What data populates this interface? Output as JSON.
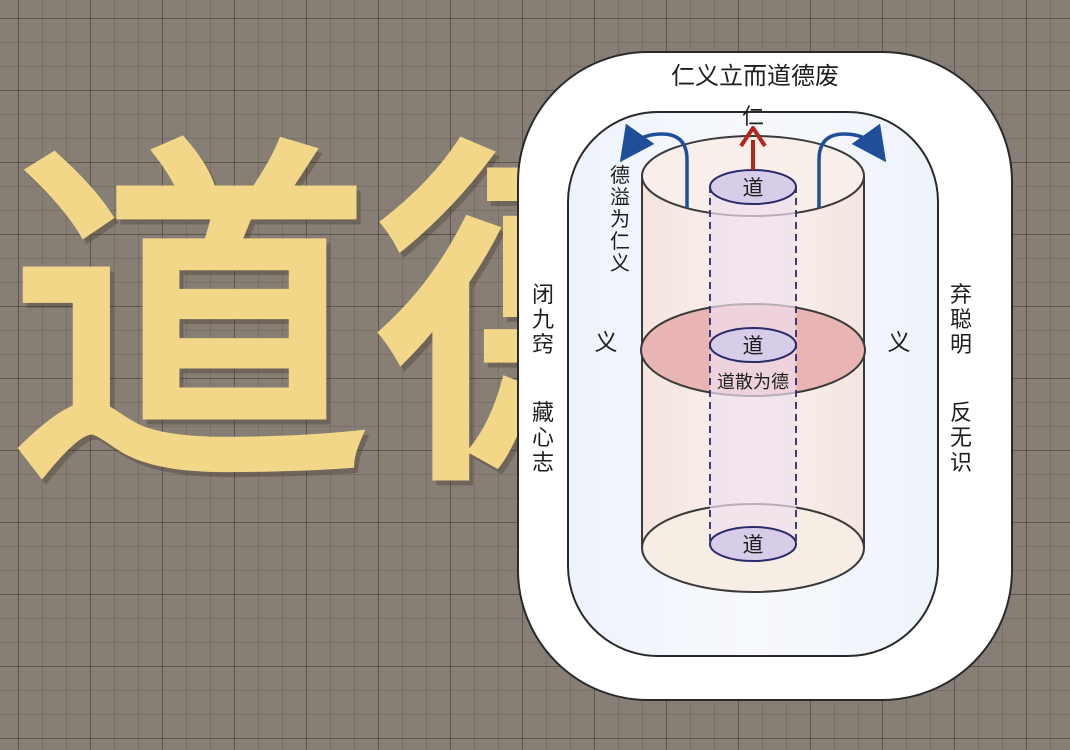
{
  "background_title": {
    "char_1": "道",
    "char_2": "德"
  },
  "diagram": {
    "outer_label": "仁义立而道德废",
    "ren_label": "仁",
    "overflow_label": [
      "德",
      "溢",
      "为",
      "仁",
      "义"
    ],
    "yi_left": "义",
    "yi_right": "义",
    "dao_top": "道",
    "dao_middle": "道",
    "dao_bottom": "道",
    "disperse_label": "道散为德",
    "left_column_1": [
      "闭",
      "九",
      "窍"
    ],
    "left_column_2": [
      "藏",
      "心",
      "志"
    ],
    "right_column_1": [
      "弃",
      "聪",
      "明"
    ],
    "right_column_2": [
      "反",
      "无",
      "识"
    ],
    "colors": {
      "arrow_blue": "#1f4f9a",
      "arrow_red": "#b3261e",
      "band_pink": "#e9b4b4",
      "dao_ellipse": "#d8cde8",
      "title_gold": "#f2d789"
    }
  }
}
